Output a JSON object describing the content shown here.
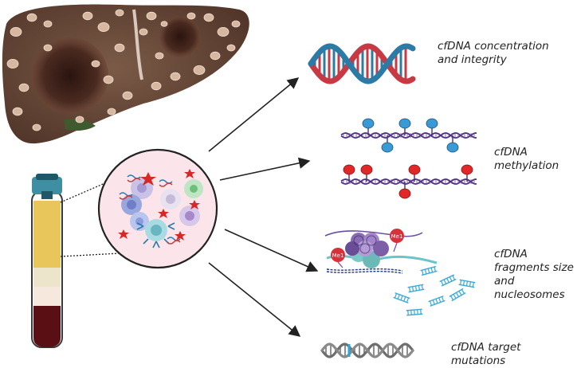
{
  "labels": {
    "concentration": [
      "cfDNA concentration",
      "and integrity"
    ],
    "methylation": [
      "cfDNA",
      "methylation"
    ],
    "fragments": [
      "cfDNA",
      "fragments size",
      "and",
      "nucleosomes"
    ],
    "mutations": [
      "cfDNA target",
      "mutations"
    ]
  },
  "marks": {
    "methyl_group": "Me1"
  },
  "colors": {
    "liver": "#6a4a3a",
    "dna_red": "#c73a44",
    "dna_blue": "#2c7aa6",
    "methyl_blue": "#3a9ad6",
    "methyl_red": "#e02828",
    "strand_purple": "#4b2e7a",
    "plasma": "#e9c65c",
    "blood": "#5a0f15",
    "tube_cap": "#3e8fa3",
    "arrow": "#222222"
  }
}
